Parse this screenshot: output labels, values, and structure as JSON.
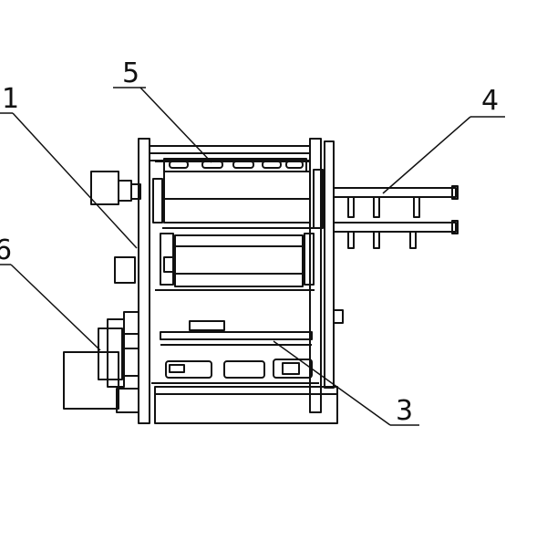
{
  "callouts": [
    {
      "id": "c1",
      "label": "1"
    },
    {
      "id": "c5",
      "label": "5"
    },
    {
      "id": "c4",
      "label": "4"
    },
    {
      "id": "c6",
      "label": "6"
    },
    {
      "id": "c3",
      "label": "3"
    }
  ],
  "colors": {
    "ink": "#111111",
    "paper": "#ffffff",
    "shade": "#e8e8e8"
  }
}
